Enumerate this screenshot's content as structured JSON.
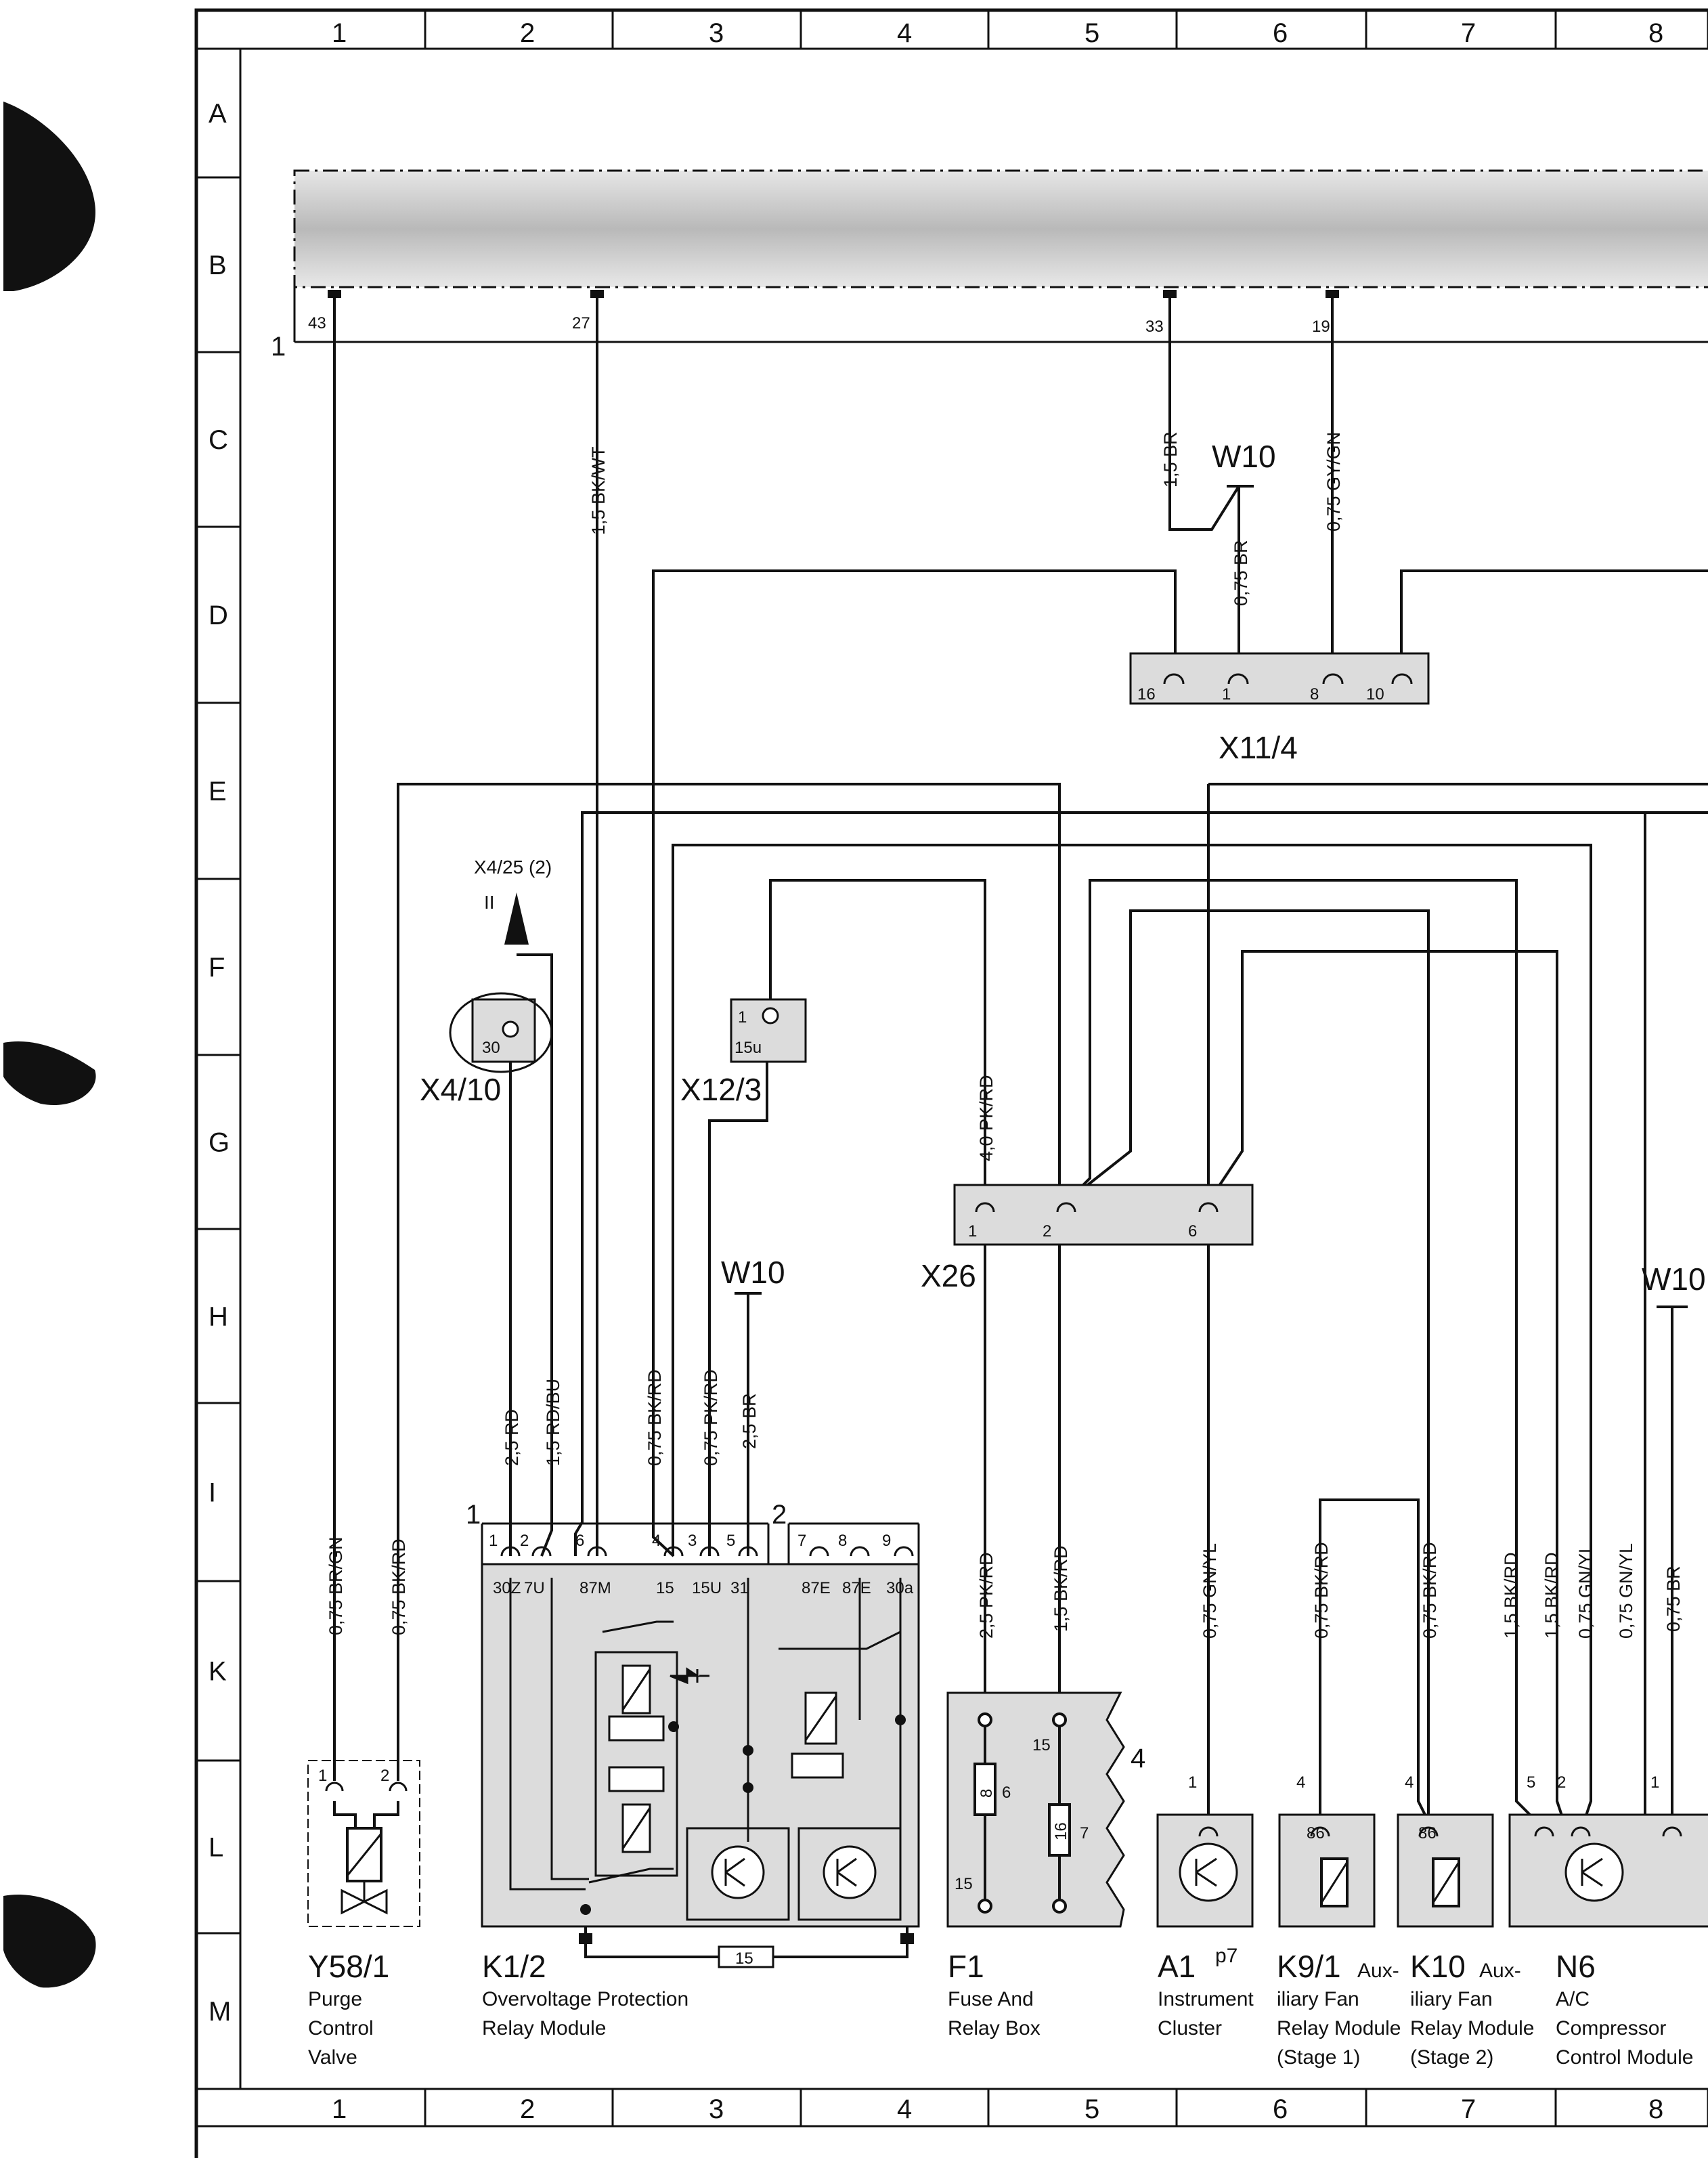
{
  "grid": {
    "columns": [
      "1",
      "2",
      "3",
      "4",
      "5",
      "6",
      "7",
      "8"
    ],
    "rows": [
      "A",
      "B",
      "C",
      "D",
      "E",
      "F",
      "G",
      "H",
      "I",
      "K",
      "L",
      "M"
    ]
  },
  "harness": {
    "label": "1",
    "pins": [
      "43",
      "27",
      "33",
      "19"
    ]
  },
  "wires": {
    "w1": "0,75 BR/GN",
    "w2": "0,75 BK/RD",
    "w3": "1,5 BK/WT",
    "w4": "1,5 BR",
    "w5": "0,75 BR",
    "w6": "0,75 GY/GN",
    "w7": "2,5 RD",
    "w8": "1,5 RD/BU",
    "w9": "0,75 BK/RD",
    "w10": "0,75 PK/RD",
    "w11": "2,5 BR",
    "w12": "4,0 PK/RD",
    "w13": "2,5 PK/RD",
    "w14": "1,5 BK/RD",
    "w15": "0,75 GN/YL",
    "w16": "0,75 BK/RD",
    "w17": "0,75 BK/RD",
    "w18": "1,5 BK/RD",
    "w19": "1,5 BK/RD",
    "w20": "0,75 GN/YL",
    "w21": "0,75 GN/YL",
    "w22": "0,75 BR"
  },
  "grounds": {
    "g1": "W10",
    "g2": "W10",
    "g3": "W10"
  },
  "connectors": {
    "x11_4": {
      "name": "X11/4",
      "pins": [
        "16",
        "1",
        "8",
        "10"
      ]
    },
    "x4_10": {
      "name": "X4/10",
      "pin": "30"
    },
    "x4_25": {
      "ref": "X4/25 (2)",
      "mark": "II"
    },
    "x12_3": {
      "name": "X12/3",
      "pin_num": "1",
      "pin_label": "15u"
    },
    "x26": {
      "name": "X26",
      "pins": [
        "1",
        "2",
        "6"
      ]
    }
  },
  "k1_2": {
    "group_left": "1",
    "group_right": "2",
    "pin_nums": [
      "1",
      "2",
      "6",
      "4",
      "3",
      "5",
      "7",
      "8",
      "9"
    ],
    "pin_names": [
      "30Z",
      "7U",
      "87M",
      "15",
      "15U",
      "31",
      "87E",
      "87E",
      "30a"
    ],
    "fuse": "15"
  },
  "f1": {
    "fuse_a": "8",
    "fuse_a_pin": "6",
    "fuse_a_bottom": "15",
    "fuse_b": "16",
    "fuse_b_top": "15",
    "fuse_b_pin": "7",
    "side": "4"
  },
  "pins_misc": {
    "y58_1": "1",
    "y58_2": "2",
    "a1": "1",
    "k9_pin": "4",
    "k9_86": "86",
    "k10_pin": "4",
    "k10_86": "86",
    "n6_a": "5",
    "n6_b": "2",
    "n6_c": "1"
  },
  "components": {
    "y58_1": {
      "code": "Y58/1",
      "desc": [
        "Purge",
        "Control",
        "Valve"
      ]
    },
    "k1_2": {
      "code": "K1/2",
      "desc": [
        "Overvoltage Protection",
        "Relay Module"
      ]
    },
    "f1": {
      "code": "F1",
      "desc": [
        "Fuse And",
        "Relay Box"
      ]
    },
    "a1": {
      "code": "A1",
      "sup": "p7",
      "desc": [
        "Instrument",
        "Cluster"
      ]
    },
    "k9_1": {
      "code": "K9/1",
      "suffix": "Aux-",
      "desc": [
        "iliary Fan",
        "Relay Module",
        "(Stage 1)"
      ]
    },
    "k10": {
      "code": "K10",
      "suffix": "Aux-",
      "desc": [
        "iliary Fan",
        "Relay Module",
        "(Stage 2)"
      ]
    },
    "n6": {
      "code": "N6",
      "desc": [
        "A/C",
        "Compressor",
        "Control Module"
      ]
    }
  }
}
